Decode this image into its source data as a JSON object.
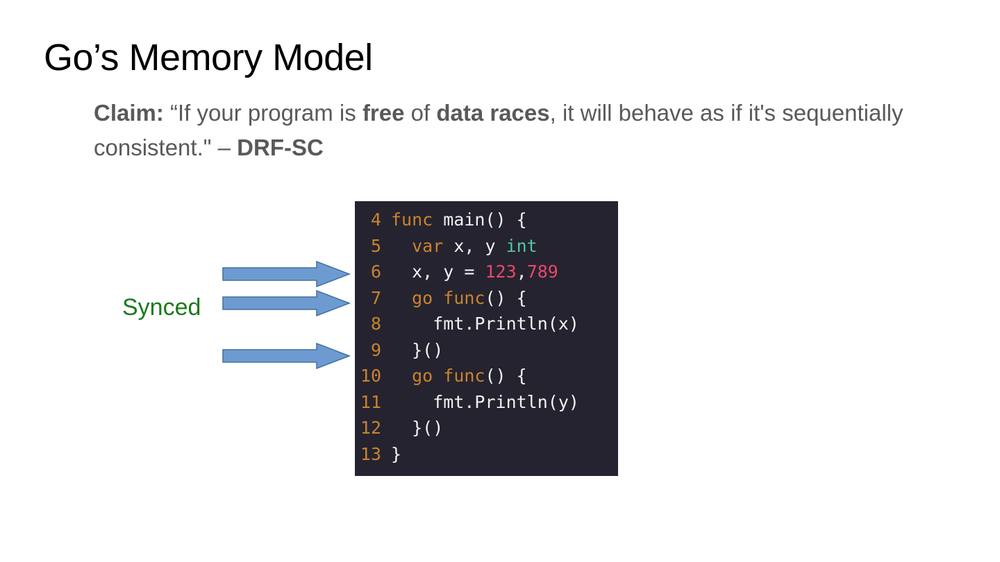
{
  "slide": {
    "title": "Go’s Memory Model",
    "claim": {
      "label": "Claim:",
      "part1": " “If your program is ",
      "free": "free",
      "part2": " of ",
      "data_races": "data races",
      "part3": ", it will behave as if it's sequentially consistent.\" – ",
      "attribution": "DRF-SC"
    },
    "annotation": "Synced",
    "arrow_color": "#6d9bd1",
    "code": {
      "lines": [
        {
          "no": "4",
          "indent": "",
          "tokens": [
            {
              "t": "func",
              "c": "kw"
            },
            {
              "t": " main() {",
              "c": ""
            }
          ]
        },
        {
          "no": "5",
          "indent": "  ",
          "tokens": [
            {
              "t": "var",
              "c": "kw"
            },
            {
              "t": " x, y ",
              "c": ""
            },
            {
              "t": "int",
              "c": "ty"
            }
          ]
        },
        {
          "no": "6",
          "indent": "  ",
          "tokens": [
            {
              "t": "x, y = ",
              "c": ""
            },
            {
              "t": "123",
              "c": "num"
            },
            {
              "t": ",",
              "c": ""
            },
            {
              "t": "789",
              "c": "num"
            }
          ]
        },
        {
          "no": "7",
          "indent": "  ",
          "tokens": [
            {
              "t": "go",
              "c": "kw"
            },
            {
              "t": " ",
              "c": ""
            },
            {
              "t": "func",
              "c": "kw"
            },
            {
              "t": "() {",
              "c": ""
            }
          ]
        },
        {
          "no": "8",
          "indent": "    ",
          "tokens": [
            {
              "t": "fmt.Println(x)",
              "c": ""
            }
          ]
        },
        {
          "no": "9",
          "indent": "  ",
          "tokens": [
            {
              "t": "}()",
              "c": ""
            }
          ]
        },
        {
          "no": "10",
          "indent": "  ",
          "tokens": [
            {
              "t": "go",
              "c": "kw"
            },
            {
              "t": " ",
              "c": ""
            },
            {
              "t": "func",
              "c": "kw"
            },
            {
              "t": "() {",
              "c": ""
            }
          ]
        },
        {
          "no": "11",
          "indent": "    ",
          "tokens": [
            {
              "t": "fmt.Println(y)",
              "c": ""
            }
          ]
        },
        {
          "no": "12",
          "indent": "  ",
          "tokens": [
            {
              "t": "}()",
              "c": ""
            }
          ]
        },
        {
          "no": "13",
          "indent": "",
          "tokens": [
            {
              "t": "}",
              "c": ""
            }
          ]
        }
      ],
      "colors": {
        "background": "#25232f",
        "keyword": "#c9832f",
        "type": "#52c7a3",
        "number": "#e8476a",
        "text": "#f2f2f2"
      }
    }
  }
}
